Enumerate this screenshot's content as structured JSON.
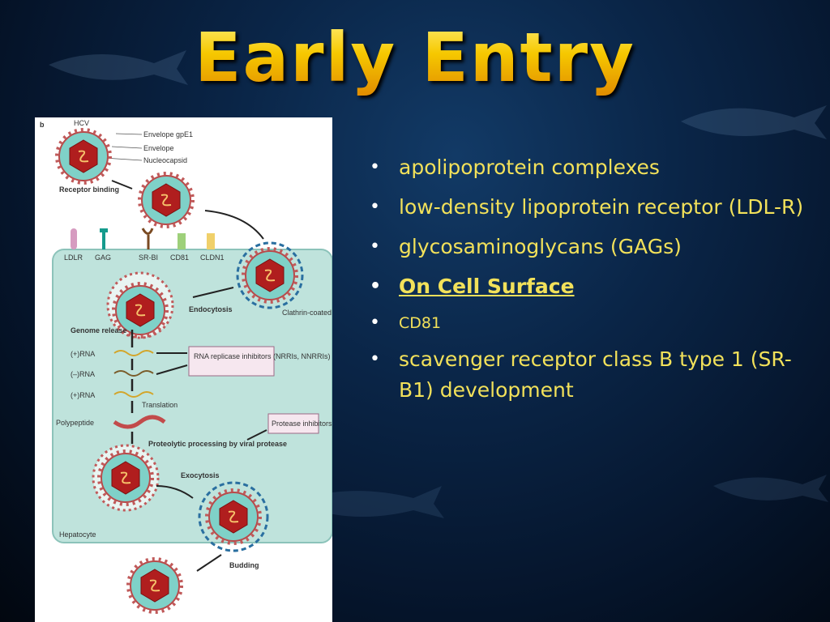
{
  "slide": {
    "title": "Early Entry",
    "bullets": [
      {
        "text": "apolipoprotein complexes",
        "style": "normal"
      },
      {
        "text": "low-density lipoprotein receptor (LDL-R)",
        "style": "normal"
      },
      {
        "text": "glycosaminoglycans (GAGs)",
        "style": "normal"
      },
      {
        "text": "On Cell Surface",
        "style": "bold-underline"
      },
      {
        "text": "CD81",
        "style": "small"
      },
      {
        "text": "scavenger receptor class B type 1 (SR-B1)  development",
        "style": "normal"
      }
    ],
    "bullet_glyph": "•",
    "colors": {
      "title": "#f5c400",
      "bullet_text": "#f2e15a",
      "bullet_dot": "#ffffff",
      "background": "#0a2547"
    }
  },
  "figure": {
    "panel_label": "b",
    "virus_label": "HCV",
    "virus_parts": [
      "Envelope gpE1",
      "Envelope",
      "Nucleocapsid"
    ],
    "receptor_binding": "Receptor binding",
    "receptors": [
      "LDLR",
      "GAG",
      "SR-BI",
      "CD81",
      "CLDN1"
    ],
    "endocytosis": "Endocytosis",
    "clathrin": "Clathrin-coated pit",
    "genome_release": "Genome release",
    "rna_pos": "(+)RNA",
    "rna_neg": "(–)RNA",
    "rna_pos2": "(+)RNA",
    "replicase_box": "RNA replicase inhibitors (NRRIs, NNRRIs)",
    "translation": "Translation",
    "polypeptide": "Polypeptide",
    "protease_box": "Protease inhibitors",
    "proteolytic": "Proteolytic processing by viral protease",
    "exocytosis": "Exocytosis",
    "hepatocyte": "Hepatocyte",
    "budding": "Budding"
  }
}
